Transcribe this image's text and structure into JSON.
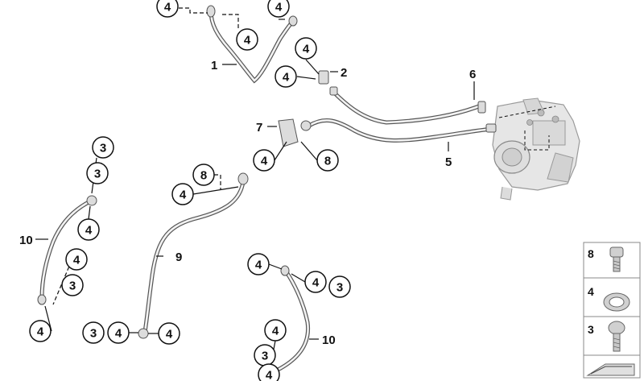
{
  "diagram": {
    "colors": {
      "line": "#111111",
      "pipe_fill": "#f2f2f2",
      "pipe_stroke": "#555555",
      "unit_fill": "#e6e6e6",
      "unit_stroke": "#9a9a9a",
      "legend_border": "#888888"
    },
    "part_labels": [
      "1",
      "2",
      "5",
      "6",
      "7",
      "9",
      "10",
      "10"
    ],
    "callouts": [
      "4",
      "4",
      "4",
      "4",
      "4",
      "8",
      "4",
      "8",
      "4",
      "3",
      "3",
      "4",
      "4",
      "3",
      "4",
      "3",
      "4",
      "4",
      "4",
      "3",
      "4",
      "4",
      "3",
      "4",
      "3",
      "4"
    ],
    "legend": {
      "items": [
        {
          "number": "8",
          "part": "bolt-icon"
        },
        {
          "number": "4",
          "part": "washer-icon"
        },
        {
          "number": "3",
          "part": "banjo-bolt-icon"
        }
      ],
      "arrow_icon": "arrow-icon"
    }
  }
}
